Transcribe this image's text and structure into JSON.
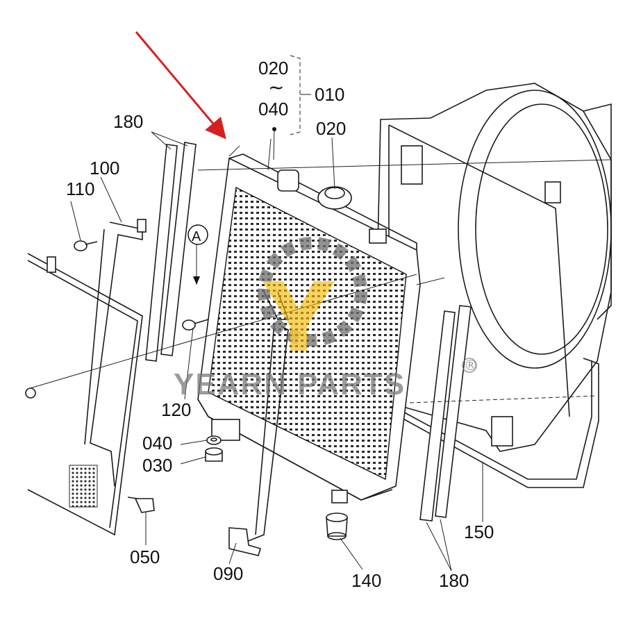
{
  "diagram": {
    "callouts": {
      "range_top": "020",
      "range_sep": "~",
      "range_bottom": "040",
      "group": "010",
      "cap": "020",
      "seal_upper_left": "180",
      "bracket": "100",
      "bolt_110": "110",
      "view_a": "A",
      "bolt_120": "120",
      "washer": "040",
      "nut": "030",
      "bolt_050": "050",
      "stay": "090",
      "cushion": "140",
      "seal_lower_right": "180",
      "shroud_seal": "150"
    },
    "watermark": {
      "text": "YEARN PARTS",
      "registered": "®",
      "color": "#7a7a7a",
      "accent_color": "#f2b705"
    },
    "arrow_color": "#d62020"
  }
}
